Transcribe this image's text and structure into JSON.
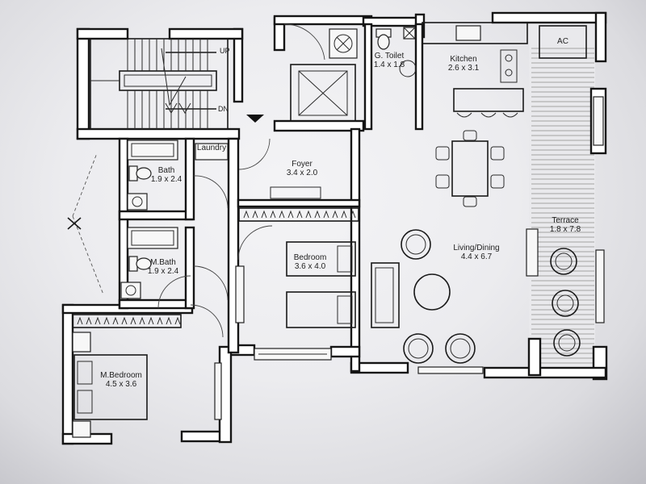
{
  "rooms": {
    "g_toilet": {
      "name": "G. Toilet",
      "size": "1.4 x 1.8"
    },
    "kitchen": {
      "name": "Kitchen",
      "size": "2.6 x 3.1"
    },
    "ac": {
      "name": "AC"
    },
    "laundry": {
      "name": "Laundry"
    },
    "bath": {
      "name": "Bath",
      "size": "1.9 x 2.4"
    },
    "foyer": {
      "name": "Foyer",
      "size": "3.4 x 2.0"
    },
    "terrace": {
      "name": "Terrace",
      "size": "1.8 x 7.8"
    },
    "bedroom": {
      "name": "Bedroom",
      "size": "3.6 x 4.0"
    },
    "living_dining": {
      "name": "Living/Dining",
      "size": "4.4 x 6.7"
    },
    "m_bath": {
      "name": "M.Bath",
      "size": "1.9 x 2.4"
    },
    "m_bedroom": {
      "name": "M.Bedroom",
      "size": "4.5 x 3.6"
    }
  },
  "stairs": {
    "up": "UP",
    "down": "DN"
  }
}
